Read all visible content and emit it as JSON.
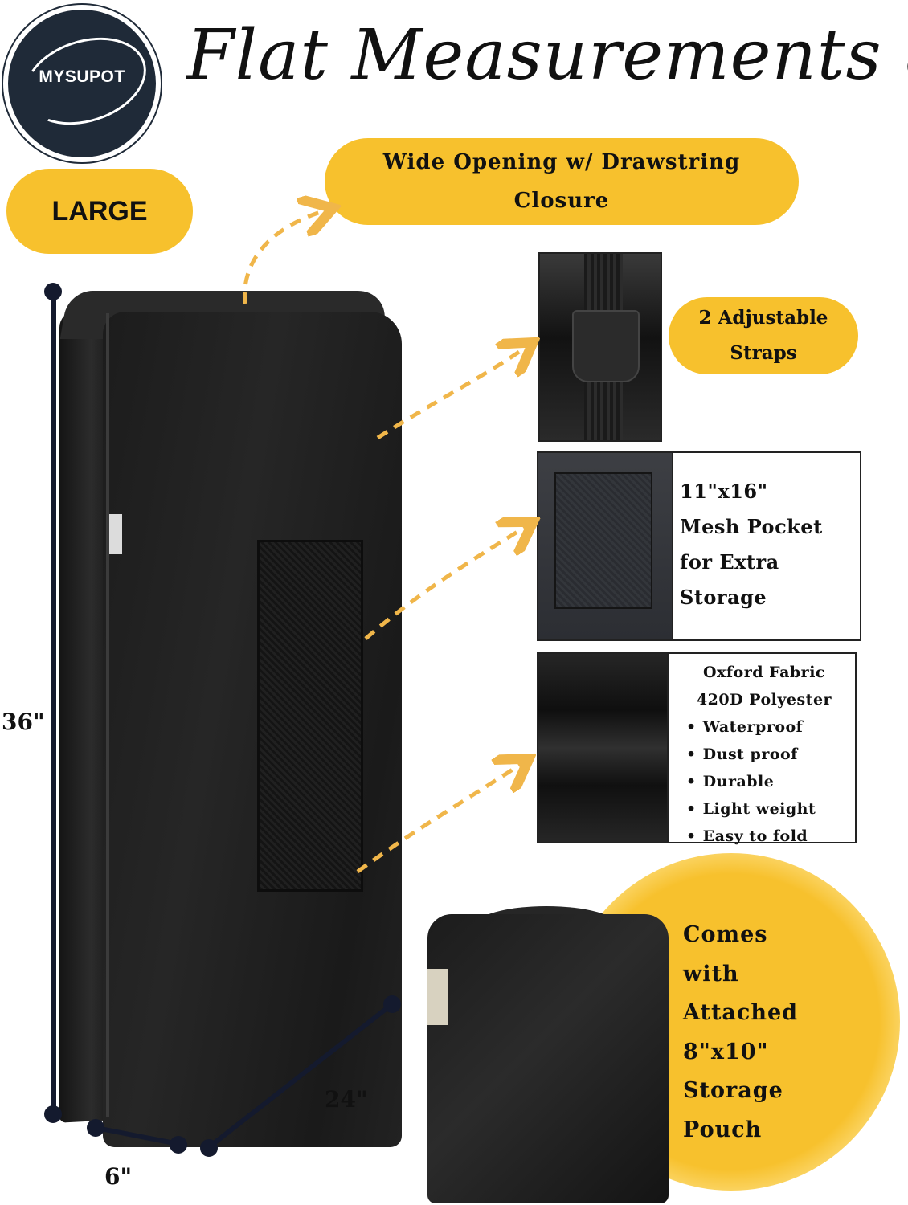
{
  "logo": {
    "text": "MYSUPOT",
    "icon": "brand-seal-icon"
  },
  "title": "Flat Measurements & Feature",
  "size_label": "LARGE",
  "features": {
    "opening": {
      "line1": "Wide Opening w/ Drawstring",
      "line2": "Closure"
    },
    "straps": {
      "line1": "2 Adjustable",
      "line2": "Straps"
    },
    "pocket": {
      "line1": "11\"x16\"",
      "line2": "Mesh Pocket",
      "line3": "for Extra",
      "line4": "Storage"
    },
    "fabric": {
      "line1": "Oxford Fabric",
      "line2": "420D Polyester",
      "bullets": [
        "Waterproof",
        "Dust proof",
        "Durable",
        "Light weight",
        "Easy to fold"
      ]
    },
    "pouch": {
      "lines": [
        "Comes",
        "with",
        "Attached",
        "8\"x10\"",
        "Storage",
        "Pouch"
      ]
    }
  },
  "dimensions": {
    "height": "36\"",
    "width": "24\"",
    "depth": "6\""
  },
  "colors": {
    "accent": "#f7c12d",
    "navy": "#141a2e",
    "arrow": "#f0b64a",
    "bag": "#1c1c1c"
  }
}
